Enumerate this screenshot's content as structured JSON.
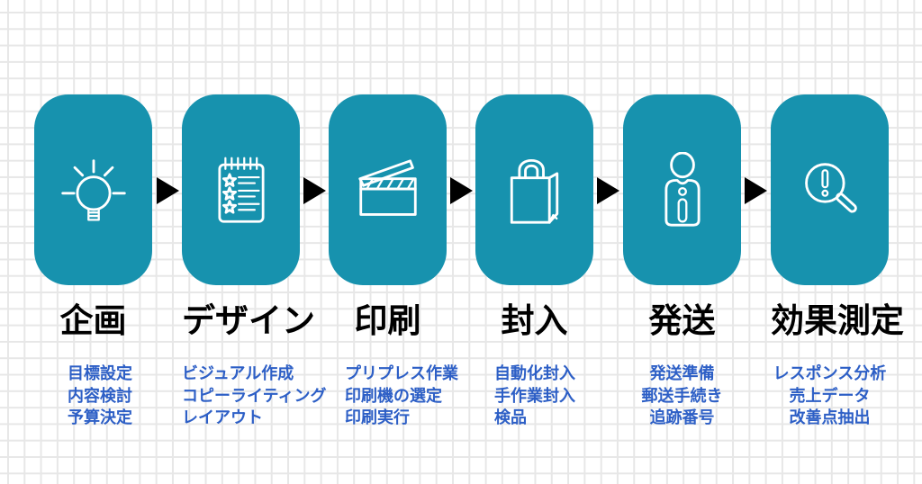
{
  "steps": [
    {
      "title": "企画",
      "icon": "lightbulb-idea-icon",
      "items": [
        "目標設定",
        "内容検討",
        "予算決定"
      ]
    },
    {
      "title": "デザイン",
      "icon": "notepad-checklist-icon",
      "items": [
        "ビジュアル作成",
        "コピーライティング",
        "レイアウト"
      ]
    },
    {
      "title": "印刷",
      "icon": "clapperboard-icon",
      "items": [
        "プリプレス作業",
        "印刷機の選定",
        "印刷実行"
      ]
    },
    {
      "title": "封入",
      "icon": "shopping-bag-icon",
      "items": [
        "自動化封入",
        "手作業封入",
        "検品"
      ]
    },
    {
      "title": "発送",
      "icon": "delivery-person-icon",
      "items": [
        "発送準備",
        "郵送手続き",
        "追跡番号"
      ]
    },
    {
      "title": "効果測定",
      "icon": "magnifier-alert-icon",
      "items": [
        "レスポンス分析",
        "売上データ",
        "改善点抽出"
      ]
    }
  ],
  "connector": {
    "icon": "right-arrow-icon"
  },
  "colors": {
    "box_teal": "#1792ae",
    "arrow_black": "#000000",
    "title_black": "#000000",
    "item_blue": "#2d5fc6",
    "grid_line": "#e7e7e7",
    "background": "#ffffff",
    "icon_stroke": "#ffffff"
  }
}
